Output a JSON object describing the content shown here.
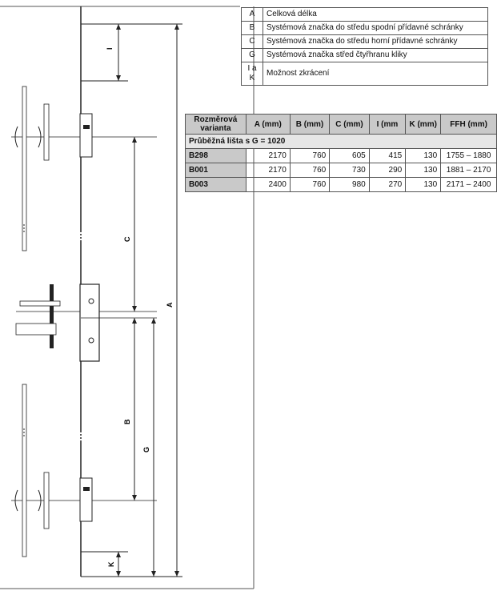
{
  "legend": [
    {
      "key": "A",
      "text": "Celková délka"
    },
    {
      "key": "B",
      "text": "Systémová značka do středu spodní přídavné schránky"
    },
    {
      "key": "C",
      "text": "Systémová značka do středu horní přídavné schránky"
    },
    {
      "key": "G",
      "text": "Systémová značka střed čtyřhranu kliky"
    },
    {
      "key": "I a K",
      "text": "Možnost zkrácení"
    }
  ],
  "table": {
    "headers": [
      "Rozměrová varianta",
      "A (mm)",
      "B (mm)",
      "C (mm)",
      "I (mm",
      "K (mm)",
      "FFH (mm)"
    ],
    "subheader": "Průběžná lišta s G = 1020",
    "rows": [
      [
        "B298",
        "2170",
        "760",
        "605",
        "415",
        "130",
        "1755 – 1880"
      ],
      [
        "B001",
        "2170",
        "760",
        "730",
        "290",
        "130",
        "1881 – 2170"
      ],
      [
        "B003",
        "2400",
        "760",
        "980",
        "270",
        "130",
        "2171 – 2400"
      ]
    ]
  },
  "drawing": {
    "labels": {
      "I": "I",
      "C": "C",
      "A": "A",
      "B": "B",
      "G": "G",
      "K": "K"
    }
  }
}
